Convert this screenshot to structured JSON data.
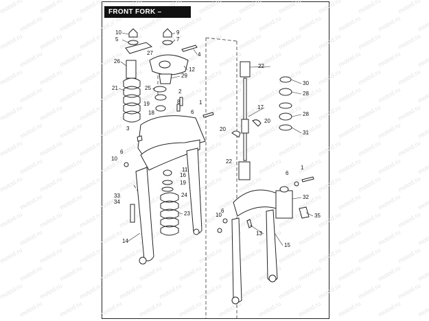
{
  "title": "FRONT FORK – FXSTS/I",
  "watermark": "motod.ru",
  "callouts": [
    "1",
    "2",
    "3",
    "4",
    "5",
    "6",
    "7",
    "8",
    "9",
    "10",
    "11",
    "12",
    "13",
    "14",
    "15",
    "16",
    "17",
    "18",
    "19",
    "20",
    "21",
    "22",
    "23",
    "24",
    "25",
    "26",
    "27",
    "28",
    "29",
    "30",
    "31",
    "32",
    "33",
    "34",
    "35"
  ],
  "colors": {
    "line": "#222222",
    "frame": "#222222",
    "title_bg": "#111111",
    "title_text": "#ffffff",
    "watermark": "#e4e4e4"
  }
}
